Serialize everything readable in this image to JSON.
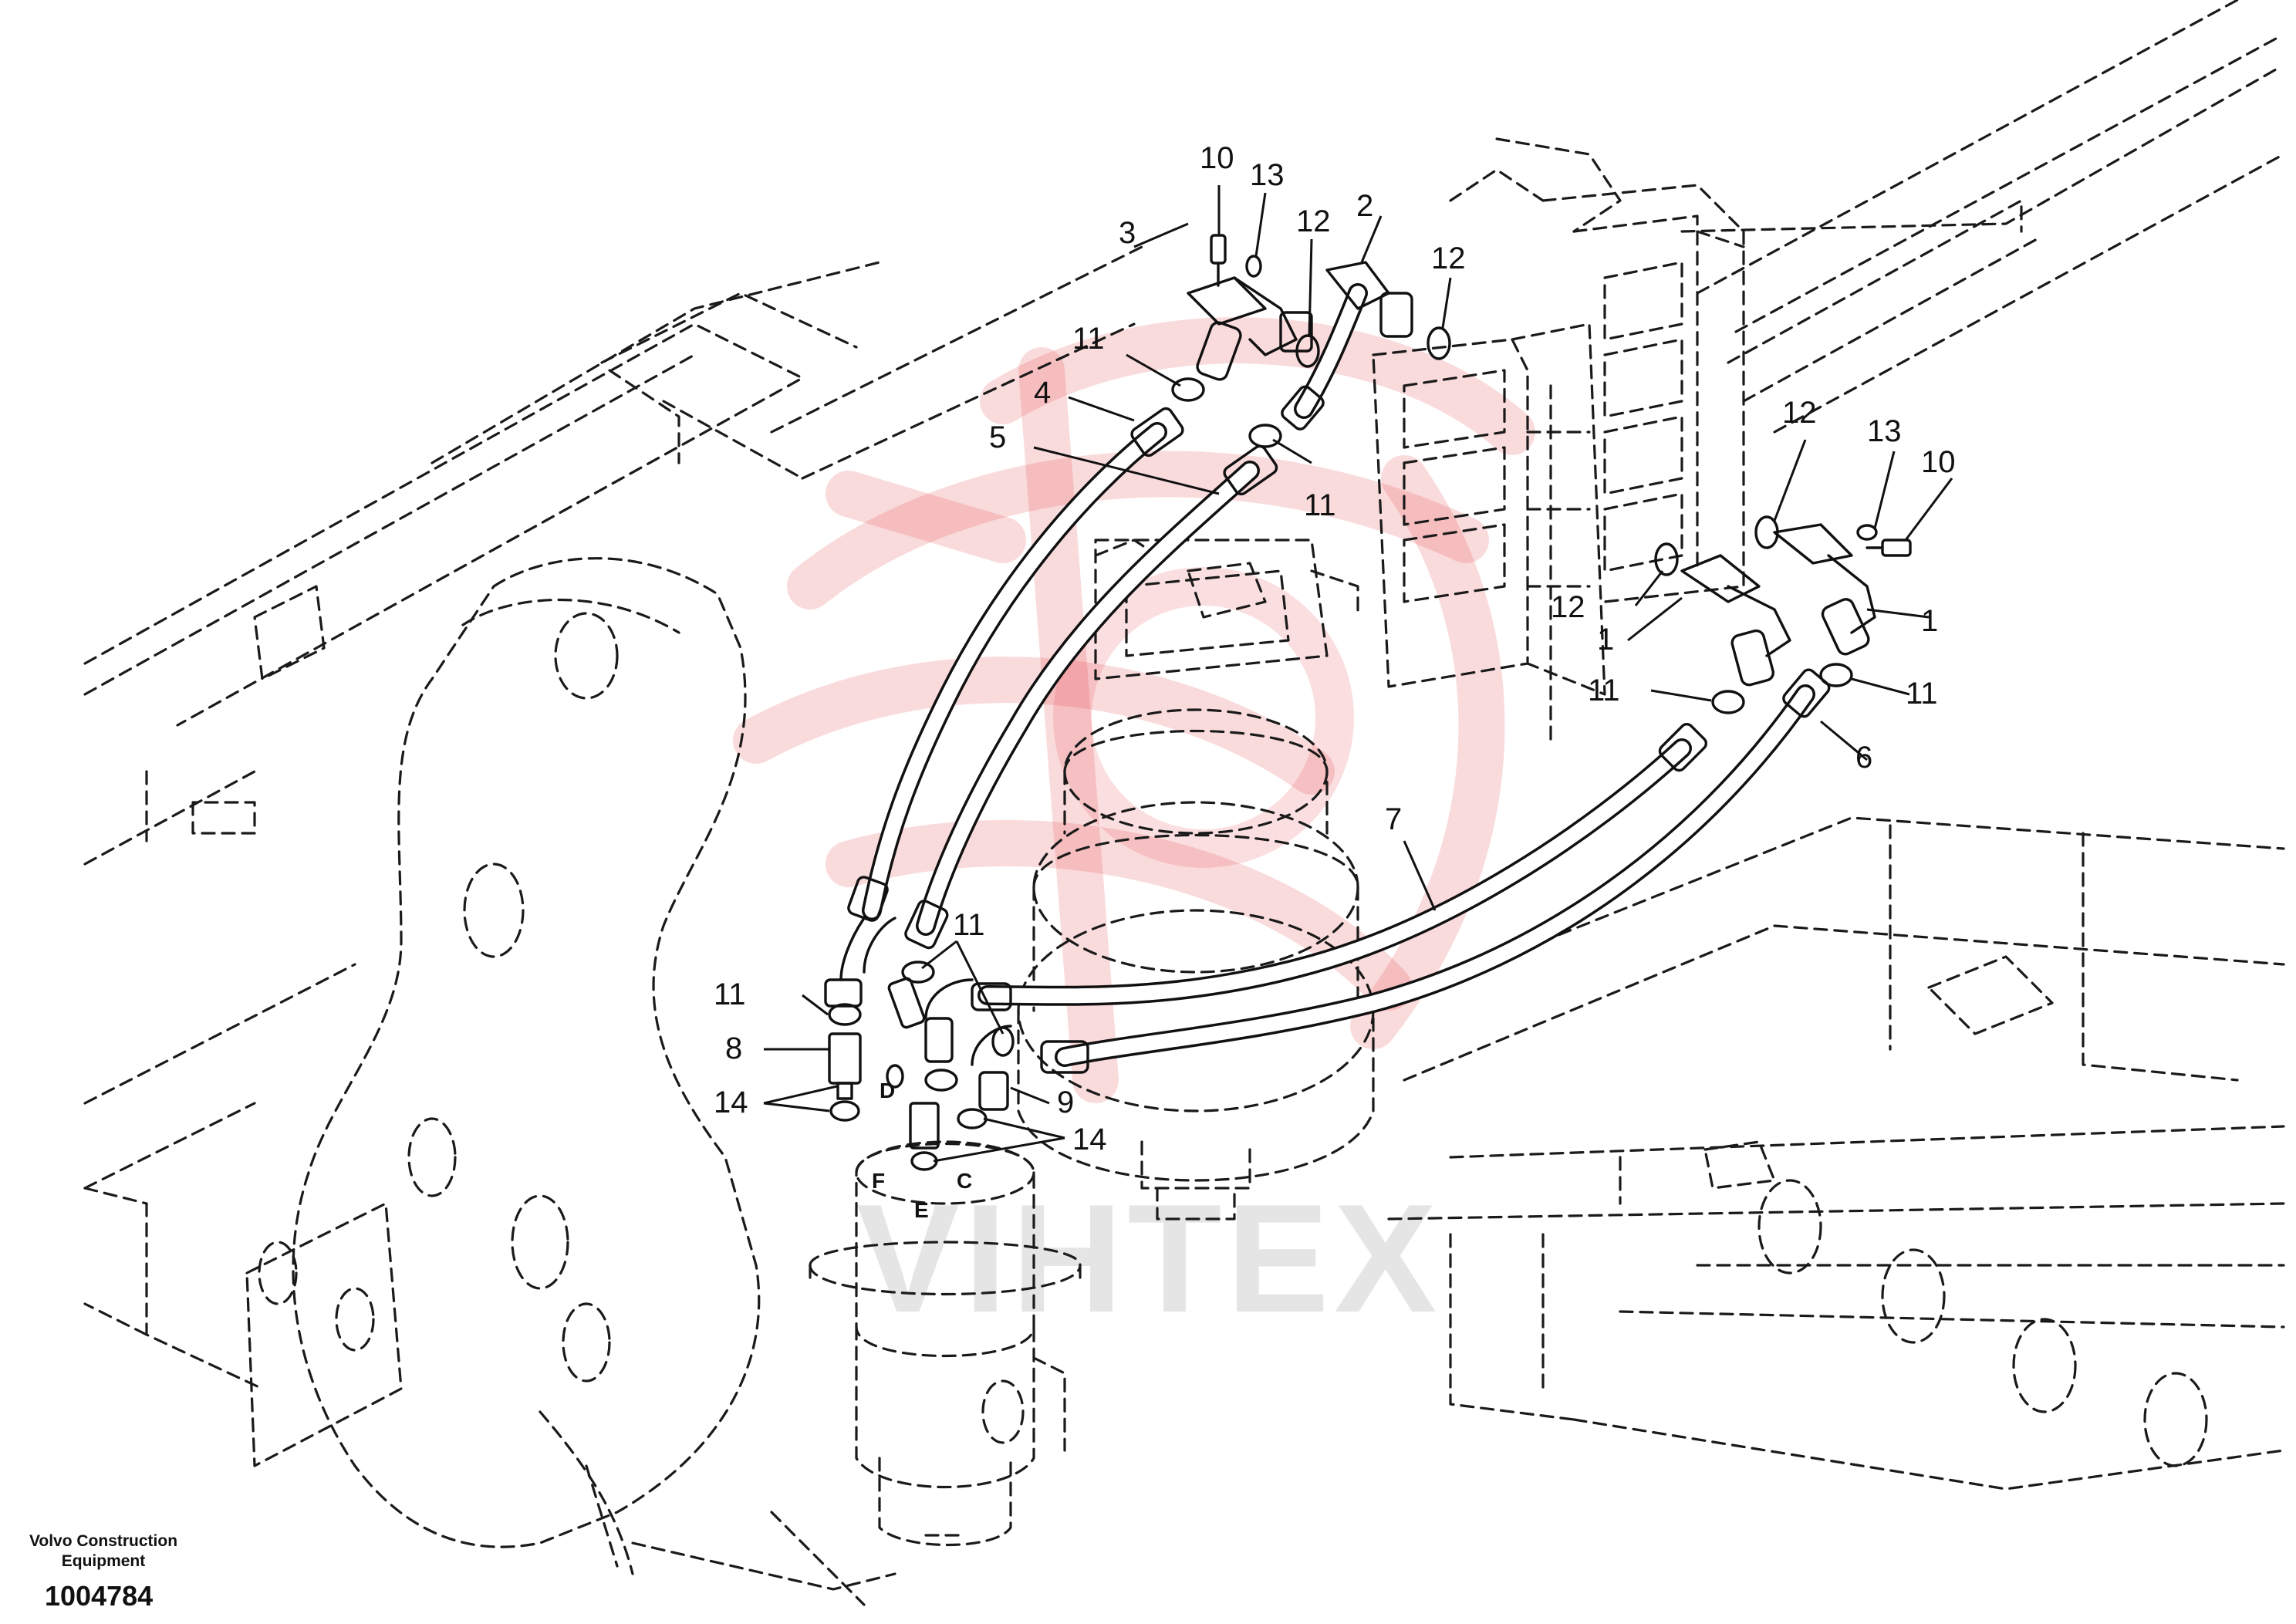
{
  "diagram": {
    "callouts": {
      "c1a": "1",
      "c1b": "1",
      "c2": "2",
      "c3": "3",
      "c4": "4",
      "c5": "5",
      "c6": "6",
      "c7": "7",
      "c8": "8",
      "c9": "9",
      "c10a": "10",
      "c10b": "10",
      "c11a": "11",
      "c11b": "11",
      "c11c": "11",
      "c11d": "11",
      "c11e": "11",
      "c11f": "11",
      "c12a": "12",
      "c12b": "12",
      "c12c": "12",
      "c12d": "12",
      "c13a": "13",
      "c13b": "13",
      "c14a": "14",
      "c14b": "14"
    },
    "ports": {
      "c": "C",
      "d": "D",
      "e": "E",
      "f": "F"
    }
  },
  "watermark": {
    "text": "VIHTEX"
  },
  "footer": {
    "manufacturer": "Volvo Construction Equipment",
    "document_number": "1004784"
  }
}
